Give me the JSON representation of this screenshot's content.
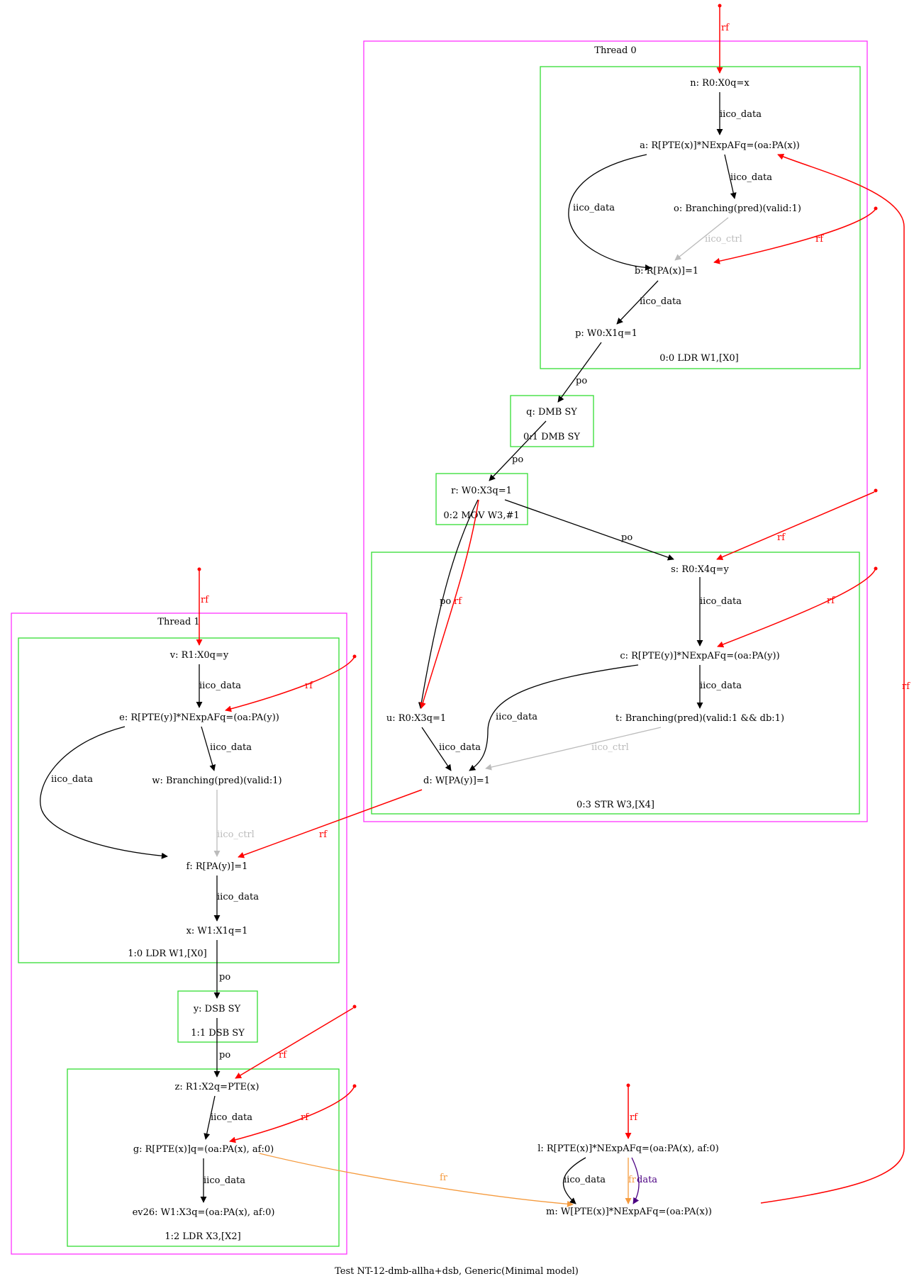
{
  "caption": "Test NT-12-dmb-allha+dsb, Generic(Minimal model)",
  "colors": {
    "thread_border": "#ff33ff",
    "instr_border": "#33dd33",
    "edge_black": "#000000",
    "edge_rf": "#ff0000",
    "edge_ctrl": "#bbbbbb",
    "edge_fr": "#f59a3d",
    "edge_data": "#4b0082"
  },
  "threads": {
    "t0": {
      "title": "Thread 0"
    },
    "t1": {
      "title": "Thread 1"
    }
  },
  "instructions": {
    "i00": "0:0 LDR W1,[X0]",
    "i01": "0:1 DMB SY",
    "i02": "0:2 MOV W3,#1",
    "i03": "0:3 STR W3,[X4]",
    "i10": "1:0 LDR W1,[X0]",
    "i11": "1:1 DSB SY",
    "i12": "1:2 LDR X3,[X2]"
  },
  "nodes": {
    "n": "n: R0:X0q=x",
    "a": "a: R[PTE(x)]*NExpAFq=(oa:PA(x))",
    "o": "o: Branching(pred)(valid:1)",
    "b": "b: R[PA(x)]=1",
    "p": "p: W0:X1q=1",
    "q": "q: DMB SY",
    "r": "r: W0:X3q=1",
    "s": "s: R0:X4q=y",
    "c": "c: R[PTE(y)]*NExpAFq=(oa:PA(y))",
    "u": "u: R0:X3q=1",
    "t": "t: Branching(pred)(valid:1 && db:1)",
    "d": "d: W[PA(y)]=1",
    "v": "v: R1:X0q=y",
    "e": "e: R[PTE(y)]*NExpAFq=(oa:PA(y))",
    "w": "w: Branching(pred)(valid:1)",
    "f": "f: R[PA(y)]=1",
    "x": "x: W1:X1q=1",
    "y": "y: DSB SY",
    "z": "z: R1:X2q=PTE(x)",
    "g": "g: R[PTE(x)]q=(oa:PA(x), af:0)",
    "ev26": "ev26: W1:X3q=(oa:PA(x), af:0)",
    "l": "l: R[PTE(x)]*NExpAFq=(oa:PA(x), af:0)",
    "m": "m: W[PTE(x)]*NExpAFq=(oa:PA(x))"
  },
  "edge_labels": {
    "iico_data": "iico_data",
    "iico_ctrl": "iico_ctrl",
    "po": "po",
    "rf": "rf",
    "fr": "fr",
    "data": "data"
  }
}
